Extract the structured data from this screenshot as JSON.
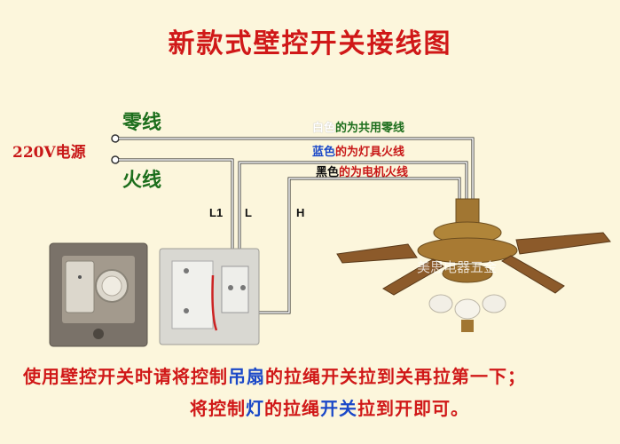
{
  "title": "新款式壁控开关接线图",
  "power": {
    "label": "220V电源",
    "neutral_label": "零线",
    "live_label": "火线"
  },
  "legend": {
    "white": {
      "a": "白色",
      "b": "的为共用零线"
    },
    "blue": {
      "a": "蓝色",
      "b": "的为灯具火线"
    },
    "black": {
      "a": "黑色",
      "b": "的为电机火线"
    }
  },
  "terminals": {
    "l1": "L1",
    "l": "L",
    "h": "H"
  },
  "watermark": "美思电器五金",
  "notes": {
    "line1": {
      "a": "使用壁控开关时请将控制",
      "b": "吊扇",
      "c": "的拉绳开关拉到关再拉第一下；"
    },
    "line2": {
      "a": "将控制",
      "b": "灯",
      "c": "的拉绳",
      "d": "开关",
      "e": "拉到开即可。"
    }
  },
  "colors": {
    "title": "#d01818",
    "wire_label": "#1c6e1c",
    "blue": "#1a48c8"
  }
}
